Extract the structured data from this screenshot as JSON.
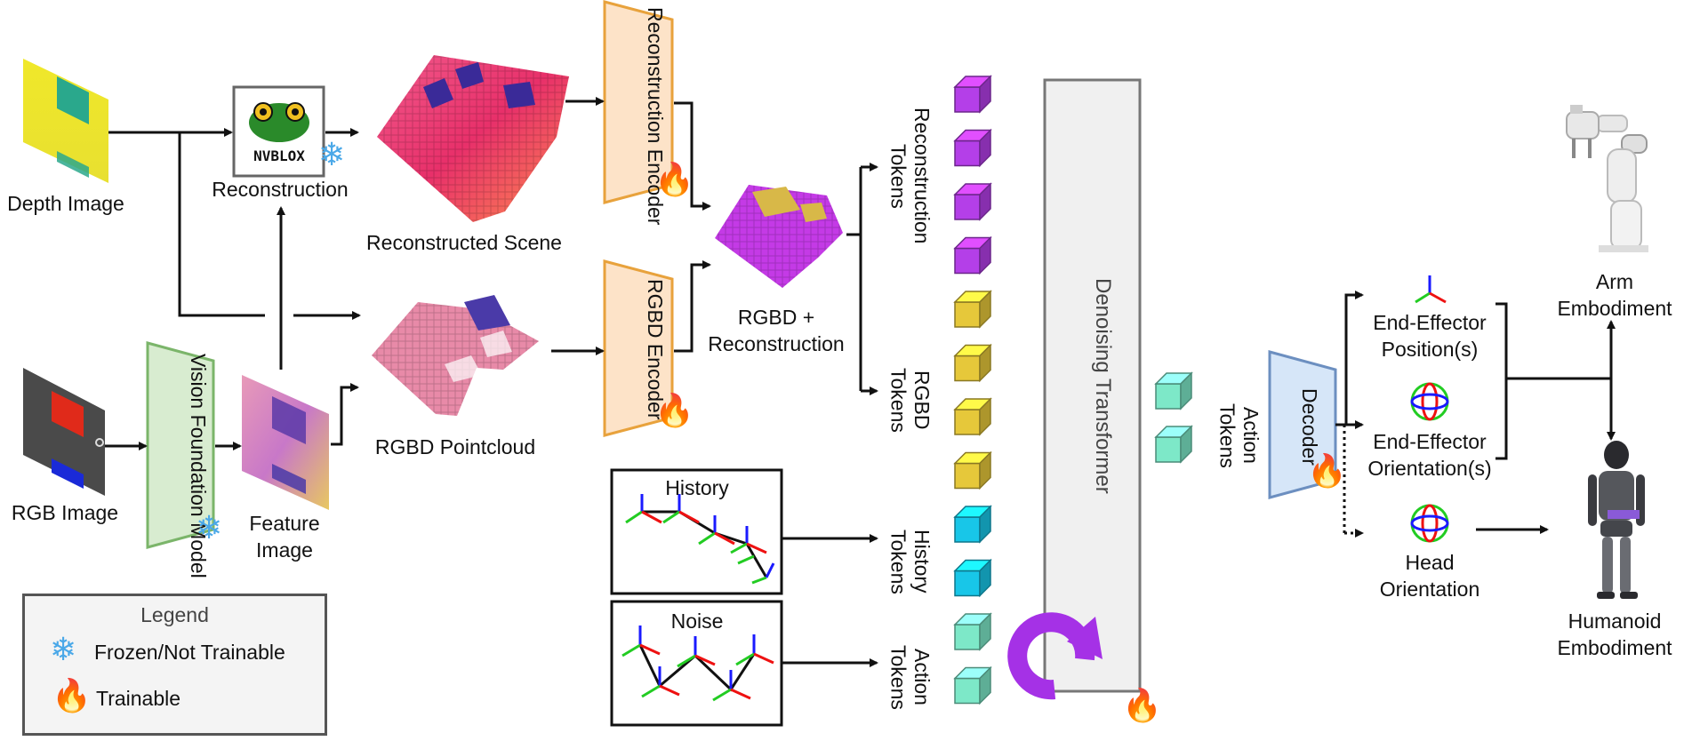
{
  "labels": {
    "depth_image": "Depth Image",
    "reconstruction": "Reconstruction",
    "nvblox": "NVBLOX",
    "reconstructed_scene": "Reconstructed Scene",
    "rgb_image": "RGB Image",
    "vision_foundation_model": "Vision Foundation Model",
    "feature_image_1": "Feature",
    "feature_image_2": "Image",
    "rgbd_pointcloud": "RGBD Pointcloud",
    "reconstruction_encoder": "Reconstruction Encoder",
    "rgbd_encoder": "RGBD Encoder",
    "rgbd_plus_1": "RGBD +",
    "rgbd_plus_2": "Reconstruction",
    "reconstruction_tokens": "Reconstruction Tokens",
    "rgbd_tokens": "RGBD Tokens",
    "history": "History",
    "history_tokens": "History Tokens",
    "noise": "Noise",
    "action_tokens_in": "Action Tokens",
    "denoising_transformer": "Denoising Transformer",
    "action_tokens_out": "Action Tokens",
    "decoder": "Decoder",
    "ee_position_1": "End-Effector",
    "ee_position_2": "Position(s)",
    "ee_orientation_1": "End-Effector",
    "ee_orientation_2": "Orientation(s)",
    "head_orientation_1": "Head",
    "head_orientation_2": "Orientation",
    "arm_embodiment_1": "Arm",
    "arm_embodiment_2": "Embodiment",
    "humanoid_embodiment_1": "Humanoid",
    "humanoid_embodiment_2": "Embodiment"
  },
  "legend": {
    "title": "Legend",
    "frozen": "Frozen/Not Trainable",
    "trainable": "Trainable"
  },
  "icons": {
    "frozen": "snowflake-icon",
    "trainable": "flame-icon"
  },
  "colors": {
    "reconstruction_token": "#b43fe8",
    "rgbd_token": "#e6c83a",
    "history_token": "#18c6e8",
    "action_token": "#7de8c8",
    "encoder_fill": "#fde3c8",
    "encoder_stroke": "#e8a23c",
    "vfm_fill": "#d8ecd0",
    "vfm_stroke": "#7bb56a",
    "decoder_fill": "#d6e6f8",
    "decoder_stroke": "#6c8fc0",
    "transformer_fill": "#f0f0f0",
    "transformer_stroke": "#777777",
    "recycle": "#a531e6"
  }
}
